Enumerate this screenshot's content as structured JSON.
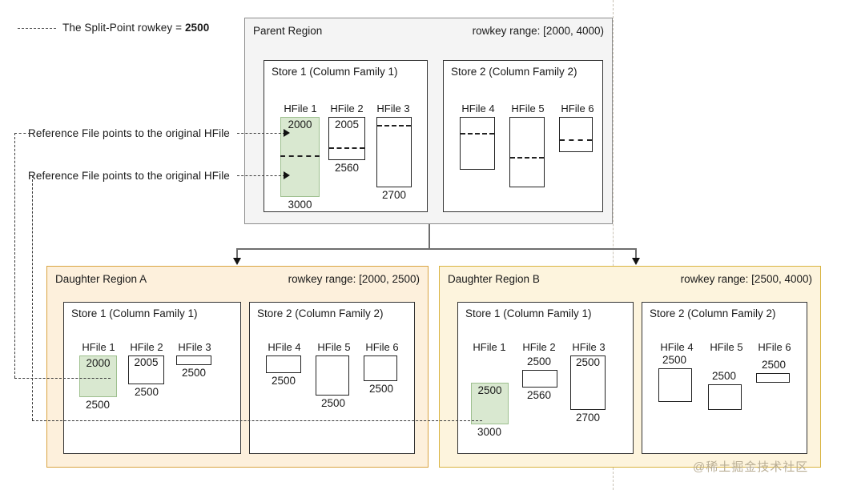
{
  "legend": {
    "text_prefix": "The Split-Point rowkey = ",
    "text_value": "2500",
    "ref_note_1": "Reference File points to the original HFile",
    "ref_note_2": "Reference File points to the original HFile"
  },
  "watermark": "@稀土掘金技术社区",
  "colors": {
    "parent_bg": "#f4f4f4",
    "daughter_a_bg": "#fdf0dc",
    "daughter_b_bg": "#fdf4dd",
    "reference_hfile": "#d9e8d0",
    "accent_border": "#d9a441"
  },
  "parent_region": {
    "title": "Parent Region",
    "range": "rowkey range: [2000, 4000)",
    "stores": [
      {
        "title": "Store 1  (Column Family 1)",
        "hfiles": [
          {
            "name": "HFile 1",
            "top_value": "2000",
            "bottom_value": "3000",
            "reference": true
          },
          {
            "name": "HFile 2",
            "top_value": "2005",
            "bottom_value": "2560",
            "reference": false
          },
          {
            "name": "HFile 3",
            "top_value": "",
            "bottom_value": "2700",
            "reference": false
          }
        ]
      },
      {
        "title": "Store 2  (Column Family 2)",
        "hfiles": [
          {
            "name": "HFile 4",
            "top_value": "",
            "bottom_value": "",
            "reference": false
          },
          {
            "name": "HFile 5",
            "top_value": "",
            "bottom_value": "",
            "reference": false
          },
          {
            "name": "HFile 6",
            "top_value": "",
            "bottom_value": "",
            "reference": false
          }
        ]
      }
    ]
  },
  "daughter_a": {
    "title": "Daughter Region A",
    "range": "rowkey range: [2000, 2500)",
    "stores": [
      {
        "title": "Store 1  (Column Family 1)",
        "hfiles": [
          {
            "name": "HFile 1",
            "top_value": "2000",
            "bottom_value": "2500",
            "reference": true
          },
          {
            "name": "HFile 2",
            "top_value": "2005",
            "bottom_value": "2500",
            "reference": false
          },
          {
            "name": "HFile 3",
            "top_value": "",
            "bottom_value": "2500",
            "reference": false
          }
        ]
      },
      {
        "title": "Store 2  (Column Family 2)",
        "hfiles": [
          {
            "name": "HFile 4",
            "top_value": "",
            "bottom_value": "2500",
            "reference": false
          },
          {
            "name": "HFile 5",
            "top_value": "",
            "bottom_value": "2500",
            "reference": false
          },
          {
            "name": "HFile 6",
            "top_value": "",
            "bottom_value": "2500",
            "reference": false
          }
        ]
      }
    ]
  },
  "daughter_b": {
    "title": "Daughter Region B",
    "range": "rowkey range: [2500, 4000)",
    "stores": [
      {
        "title": "Store 1  (Column Family 1)",
        "hfiles": [
          {
            "name": "HFile 1",
            "top_value": "2500",
            "bottom_value": "3000",
            "reference": true
          },
          {
            "name": "HFile 2",
            "top_value": "2500",
            "bottom_value": "2560",
            "reference": false
          },
          {
            "name": "HFile 3",
            "top_value": "2500",
            "bottom_value": "2700",
            "reference": false
          }
        ]
      },
      {
        "title": "Store 2  (Column Family 2)",
        "hfiles": [
          {
            "name": "HFile 4",
            "top_value": "2500",
            "bottom_value": "",
            "reference": false
          },
          {
            "name": "HFile 5",
            "top_value": "2500",
            "bottom_value": "",
            "reference": false
          },
          {
            "name": "HFile 6",
            "top_value": "2500",
            "bottom_value": "",
            "reference": false
          }
        ]
      }
    ]
  }
}
